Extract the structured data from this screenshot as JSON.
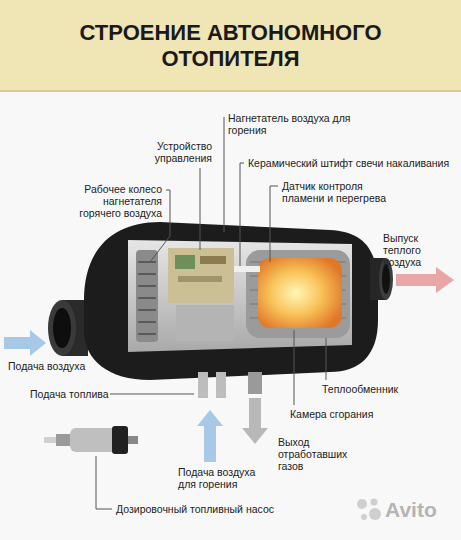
{
  "diagram": {
    "title": "СТРОЕНИЕ АВТОНОМНОГО ОТОПИТЕЛЯ",
    "labels": [
      "Нагнетатель воздуха для горения",
      "Устройство управления",
      "Керамический штифт свечи накаливания",
      "Рабочее колесо нагнетателя горячего воздуха",
      "Датчик контроля пламени и перегрева",
      "Выпуск теплого воздуха",
      "Подача воздуха",
      "Подача топлива",
      "Теплообменник",
      "Камера сгорания",
      "Выход отработавших газов",
      "Подача воздуха для горения",
      "Дозировочный топливный насос",
      "Avito"
    ]
  }
}
